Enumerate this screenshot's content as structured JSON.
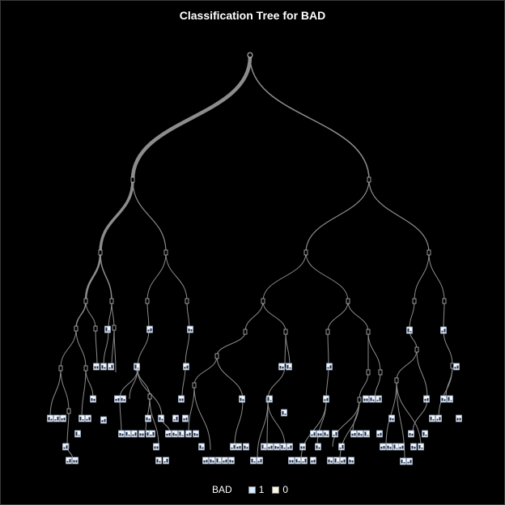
{
  "title": "Classification Tree for BAD",
  "legend": {
    "title": "BAD",
    "items": [
      {
        "label": "1",
        "color": "#d8ecff"
      },
      {
        "label": "0",
        "color": "#fbf7df"
      }
    ]
  },
  "colors": {
    "background": "#000000",
    "branch": "#8c8c8c",
    "text": "#ffffff"
  }
}
